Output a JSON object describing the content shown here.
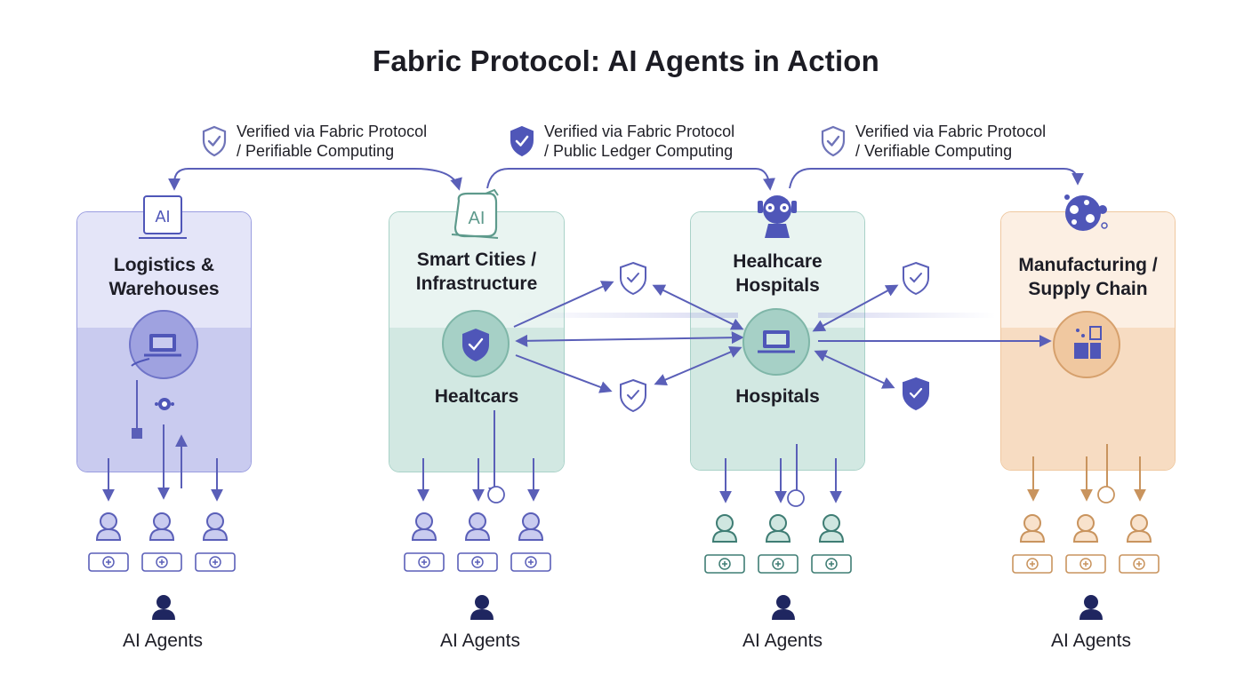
{
  "title": "Fabric Protocol: AI Agents in Action",
  "verifications": [
    {
      "line1": "Verified via Fabric Protocol",
      "line2": "/ Perifiable Computing"
    },
    {
      "line1": "Verified via Fabric Protocol",
      "line2": "/ Public Ledger Computing"
    },
    {
      "line1": "Verified via Fabric Protocol",
      "line2": "/ Verifiable Computing"
    }
  ],
  "panels": [
    {
      "title_line1": "Logistics &",
      "title_line2": "Warehouses",
      "subtitle": "",
      "badge": "AI",
      "color": "#6b6fc8"
    },
    {
      "title_line1": "Smart Cities /",
      "title_line2": "Infrastructure",
      "subtitle": "Healtcars",
      "badge": "AI",
      "color": "#5e9a8c"
    },
    {
      "title_line1": "Healhcare",
      "title_line2": "Hospitals",
      "subtitle": "Hospitals",
      "badge": "",
      "color": "#4e8a82"
    },
    {
      "title_line1": "Manufacturing /",
      "title_line2": "Supply Chain",
      "subtitle": "",
      "badge": "",
      "color": "#d6a06c"
    }
  ],
  "agents_label": "AI Agents"
}
